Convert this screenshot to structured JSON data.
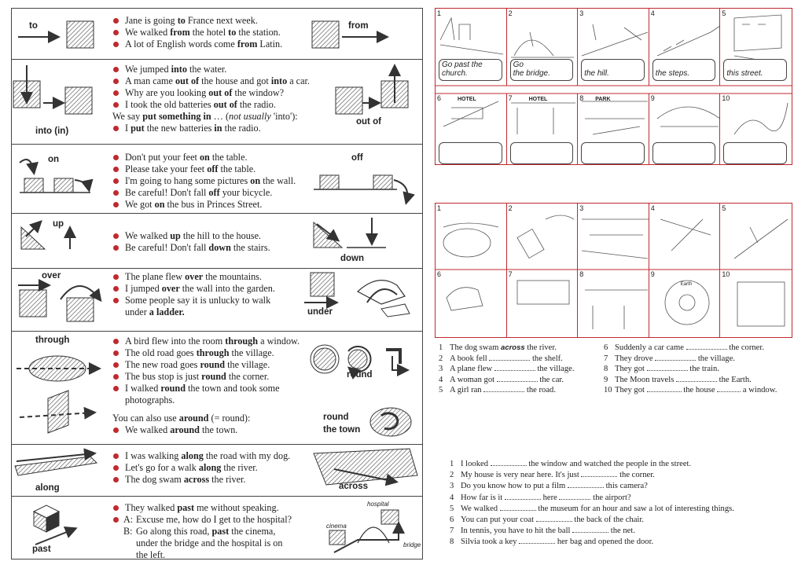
{
  "sections": [
    {
      "key": "to",
      "labels": [
        "to",
        "from"
      ],
      "lines": [
        {
          "t": "li",
          "parts": [
            "Jane is going ",
            "to",
            " France next week."
          ]
        },
        {
          "t": "li",
          "parts": [
            "We walked ",
            "from",
            " the hotel ",
            "to",
            " the station."
          ]
        },
        {
          "t": "li",
          "parts": [
            "A lot of English words come ",
            "from",
            " Latin."
          ]
        }
      ]
    },
    {
      "key": "into",
      "labels": [
        "into (in)",
        "out of"
      ],
      "lines": [
        {
          "t": "li",
          "parts": [
            "We jumped ",
            "into",
            " the water."
          ]
        },
        {
          "t": "li",
          "parts": [
            "A man came ",
            "out of",
            " the house and got ",
            "into",
            " a car."
          ]
        },
        {
          "t": "li",
          "parts": [
            "Why are you looking ",
            "out of",
            " the window?"
          ]
        },
        {
          "t": "li",
          "parts": [
            "I took the old batteries ",
            "out of",
            " the radio."
          ]
        },
        {
          "t": "plain",
          "parts": [
            "We say ",
            "put something in",
            " … (",
            "not usually",
            " 'into'):"
          ]
        },
        {
          "t": "li",
          "parts": [
            "I ",
            "put",
            " the new batteries ",
            "in",
            " the radio."
          ]
        }
      ]
    },
    {
      "key": "on",
      "labels": [
        "on",
        "off"
      ],
      "lines": [
        {
          "t": "li",
          "parts": [
            "Don't put your feet ",
            "on",
            " the table."
          ]
        },
        {
          "t": "li",
          "parts": [
            "Please take your feet ",
            "off",
            " the table."
          ]
        },
        {
          "t": "li",
          "parts": [
            "I'm going to hang some pictures ",
            "on",
            " the wall."
          ]
        },
        {
          "t": "li",
          "parts": [
            "Be careful! Don't fall ",
            "off",
            " your bicycle."
          ]
        },
        {
          "t": "li",
          "parts": [
            "We got ",
            "on",
            " the bus in Princes Street."
          ]
        }
      ]
    },
    {
      "key": "up",
      "labels": [
        "up",
        "down"
      ],
      "lines": [
        {
          "t": "li",
          "parts": [
            "We walked ",
            "up",
            " the hill to the house."
          ]
        },
        {
          "t": "li",
          "parts": [
            "Be careful! Don't fall ",
            "down",
            " the stairs."
          ]
        }
      ]
    },
    {
      "key": "over",
      "labels": [
        "over",
        "under"
      ],
      "lines": [
        {
          "t": "li",
          "parts": [
            "The plane flew ",
            "over",
            " the mountains."
          ]
        },
        {
          "t": "li",
          "parts": [
            "I jumped ",
            "over",
            " the wall into the garden."
          ]
        },
        {
          "t": "li",
          "parts": [
            "Some people say it is unlucky to walk"
          ]
        },
        {
          "t": "cont",
          "parts": [
            "under",
            " a ladder."
          ]
        }
      ]
    },
    {
      "key": "through",
      "labels": [
        "through",
        "round",
        "round",
        "the town"
      ],
      "lines": [
        {
          "t": "li",
          "parts": [
            "A bird flew into the room ",
            "through",
            " a window."
          ]
        },
        {
          "t": "li",
          "parts": [
            "The old road goes ",
            "through",
            " the village."
          ]
        },
        {
          "t": "li",
          "parts": [
            "The new road goes ",
            "round",
            " the village."
          ]
        },
        {
          "t": "li",
          "parts": [
            "The bus stop is just ",
            "round",
            " the corner."
          ]
        },
        {
          "t": "li",
          "parts": [
            "I walked ",
            "round",
            " the town and took some"
          ]
        },
        {
          "t": "cont",
          "parts": [
            "photographs."
          ]
        },
        {
          "t": "gap",
          "parts": []
        },
        {
          "t": "plain",
          "parts": [
            "You can also use ",
            "around",
            " (= round):"
          ]
        },
        {
          "t": "li",
          "parts": [
            "We walked ",
            "around",
            " the town."
          ]
        }
      ]
    },
    {
      "key": "along",
      "labels": [
        "along",
        "across"
      ],
      "lines": [
        {
          "t": "li",
          "parts": [
            "I was walking ",
            "along",
            " the road with my dog."
          ]
        },
        {
          "t": "li",
          "parts": [
            "Let's go for a walk ",
            "along",
            " the river."
          ]
        },
        {
          "t": "li",
          "parts": [
            "The dog swam ",
            "across",
            " the river."
          ]
        }
      ]
    },
    {
      "key": "past",
      "labels": [
        "past",
        "hospital",
        "cinema",
        "bridge"
      ],
      "lines": [
        {
          "t": "li",
          "parts": [
            "They walked ",
            "past",
            " me without speaking."
          ]
        },
        {
          "t": "dlgA",
          "parts": [
            "A:",
            "Excuse me, how do I get to the hospital?"
          ]
        },
        {
          "t": "dlg",
          "parts": [
            "B:",
            "Go along this road, ",
            "past",
            " the cinema,"
          ]
        },
        {
          "t": "dlg",
          "parts": [
            "",
            "under the bridge and the hospital is on"
          ]
        },
        {
          "t": "dlg",
          "parts": [
            "",
            "the left."
          ]
        }
      ]
    }
  ],
  "strip1": {
    "numbers": [
      "1",
      "2",
      "3",
      "4",
      "5",
      "6",
      "7",
      "8",
      "9",
      "10"
    ],
    "bubbles_top": [
      "Go past the church.",
      "Go",
      "the bridge.",
      "the hill.",
      "the steps.",
      "this street."
    ],
    "signs": [
      "HOTEL",
      "HOTEL",
      "PARK"
    ]
  },
  "strip2": {
    "numbers": [
      "1",
      "2",
      "3",
      "4",
      "5",
      "6",
      "7",
      "8",
      "9",
      "10"
    ],
    "earth_label": "Earth"
  },
  "ex1": {
    "left": [
      {
        "n": "1",
        "a": "The dog swam",
        "fill": "across",
        "b": "the river."
      },
      {
        "n": "2",
        "a": "A book fell",
        "fill": "",
        "b": "the shelf."
      },
      {
        "n": "3",
        "a": "A plane flew",
        "fill": "",
        "b": "the village."
      },
      {
        "n": "4",
        "a": "A woman got",
        "fill": "",
        "b": "the car."
      },
      {
        "n": "5",
        "a": "A girl ran",
        "fill": "",
        "b": "the road."
      }
    ],
    "right": [
      {
        "n": "6",
        "a": "Suddenly a car came",
        "b": "the corner.",
        "c": ""
      },
      {
        "n": "7",
        "a": "They drove",
        "b": "the village.",
        "c": ""
      },
      {
        "n": "8",
        "a": "They got",
        "b": "the train.",
        "c": ""
      },
      {
        "n": "9",
        "a": "The Moon travels",
        "b": "the Earth.",
        "c": ""
      },
      {
        "n": "10",
        "a": "They got",
        "b": "the house",
        "c": "a window."
      }
    ]
  },
  "ex2": [
    {
      "n": "1",
      "a": "I looked",
      "b": "the window and watched the people in the street."
    },
    {
      "n": "2",
      "a": "My house is very near here. It's just",
      "b": "the corner."
    },
    {
      "n": "3",
      "a": "Do you know how to put a film",
      "b": "this camera?"
    },
    {
      "n": "4",
      "a": "How far is it",
      "b": "here",
      "c": "the airport?"
    },
    {
      "n": "5",
      "a": "We walked",
      "b": "the museum for an hour and saw a lot of interesting things."
    },
    {
      "n": "6",
      "a": "You can put your coat",
      "b": "the back of the chair."
    },
    {
      "n": "7",
      "a": "In tennis, you have to hit the ball",
      "b": "the net."
    },
    {
      "n": "8",
      "a": "Silvia took a key",
      "b": "her bag and opened the door."
    }
  ]
}
